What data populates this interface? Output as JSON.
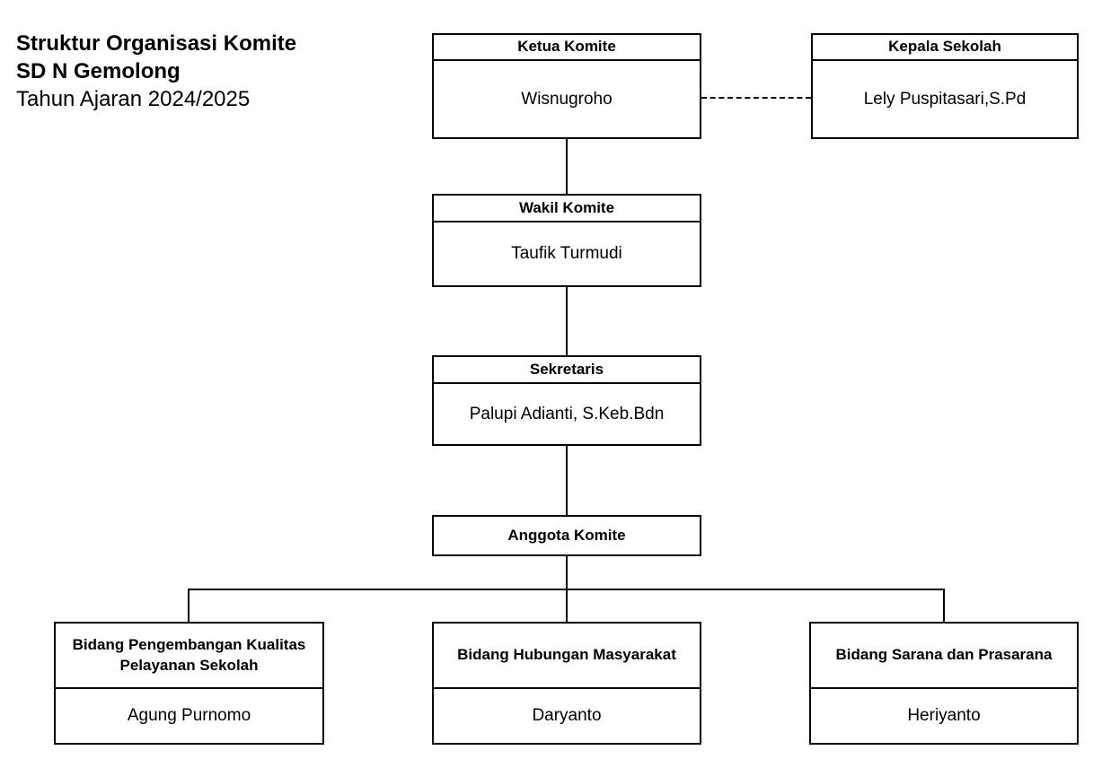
{
  "title": {
    "line1": "Struktur Organisasi Komite",
    "line2": "SD N Gemolong",
    "line3": "Tahun Ajaran 2024/2025"
  },
  "nodes": {
    "ketua_komite": {
      "role": "Ketua Komite",
      "name": "Wisnugroho"
    },
    "kepala_sekolah": {
      "role": "Kepala Sekolah",
      "name": "Lely Puspitasari,S.Pd"
    },
    "wakil_komite": {
      "role": "Wakil Komite",
      "name": "Taufik Turmudi"
    },
    "sekretaris": {
      "role": "Sekretaris",
      "name": "Palupi Adianti, S.Keb.Bdn"
    },
    "anggota_komite": {
      "role": "Anggota Komite"
    },
    "bidang_pengembangan": {
      "role": "Bidang Pengembangan Kualitas Pelayanan Sekolah",
      "name": "Agung Purnomo"
    },
    "bidang_humas": {
      "role": "Bidang Hubungan Masyarakat",
      "name": "Daryanto"
    },
    "bidang_sarana": {
      "role": "Bidang Sarana dan Prasarana",
      "name": "Heriyanto"
    }
  },
  "edges": [
    {
      "from": "ketua_komite",
      "to": "kepala_sekolah",
      "style": "dashed"
    },
    {
      "from": "ketua_komite",
      "to": "wakil_komite",
      "style": "solid"
    },
    {
      "from": "wakil_komite",
      "to": "sekretaris",
      "style": "solid"
    },
    {
      "from": "sekretaris",
      "to": "anggota_komite",
      "style": "solid"
    },
    {
      "from": "anggota_komite",
      "to": "bidang_pengembangan",
      "style": "solid"
    },
    {
      "from": "anggota_komite",
      "to": "bidang_humas",
      "style": "solid"
    },
    {
      "from": "anggota_komite",
      "to": "bidang_sarana",
      "style": "solid"
    }
  ],
  "colors": {
    "background": "#ffffff",
    "line": "#000000",
    "text": "#000000"
  }
}
